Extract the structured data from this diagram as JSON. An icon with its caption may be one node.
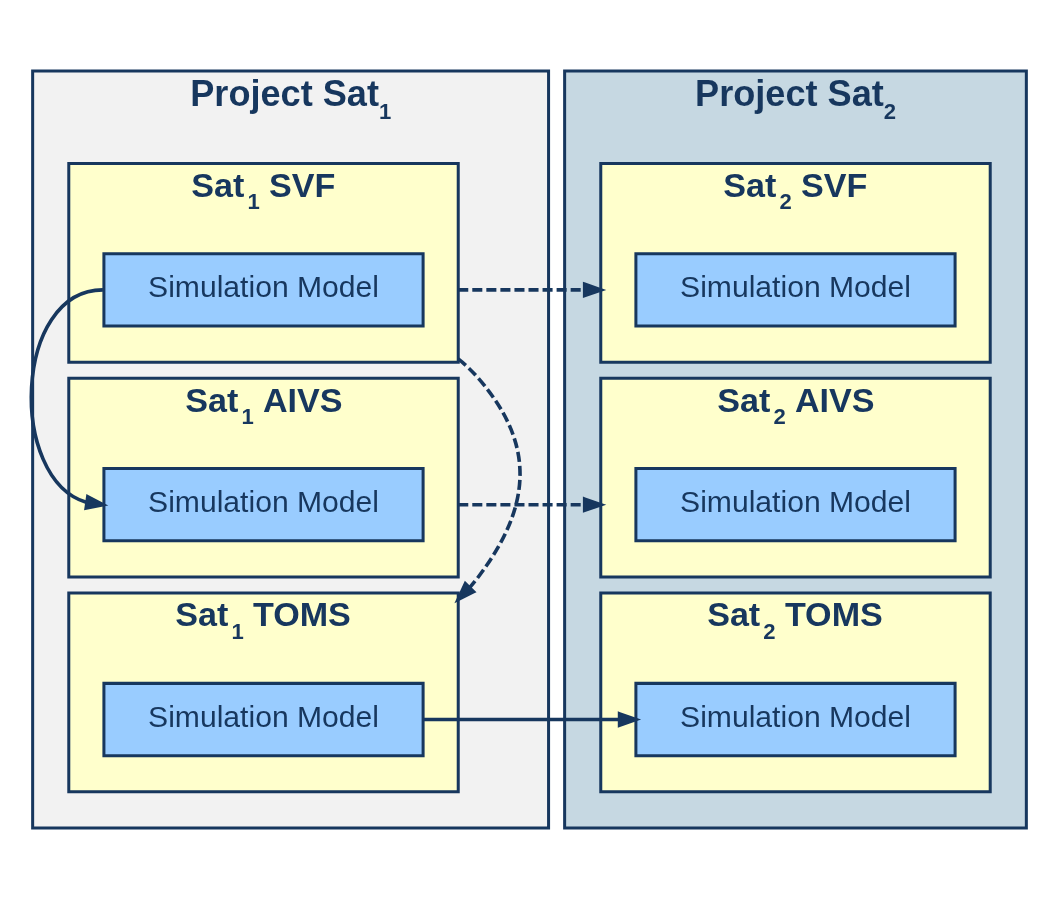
{
  "diagram": {
    "nodes": [
      {
        "text": [
          "Project Sat$_{1}$"
        ]
      },
      {
        "text": [
          "Sat$_{1}$ SVF"
        ],
        "in": 0
      },
      {
        "text": [
          "Simulation Model"
        ],
        "in": 1
      },
      {
        "text": [
          "Sat$_{1}$ AIVS"
        ],
        "in": 0
      },
      {
        "text": [
          "Simulation Model"
        ],
        "in": 3
      },
      {
        "text": [
          "Sat$_{1}$ TOMS"
        ],
        "in": 0
      },
      {
        "text": [
          "Simulation Model"
        ],
        "in": 5
      },
      {
        "text": [
          "Project Sat$_{2}$"
        ]
      },
      {
        "text": [
          "Sat$_{2}$ SVF"
        ],
        "in": 7
      },
      {
        "text": [
          "Simulation Model"
        ],
        "in": 8
      },
      {
        "text": [
          "Sat$_{2}$ AIVS"
        ],
        "in": 7
      },
      {
        "text": [
          "Simulation Model"
        ],
        "in": 10
      },
      {
        "text": [
          "Sat$_{2}$ TOMS"
        ],
        "in": 7
      },
      {
        "text": [
          "Simulation Model"
        ],
        "in": 12
      }
    ],
    "edges": [
      {
        "from": 1,
        "to": 8,
        "arrow": "to",
        "style": "dashed"
      },
      {
        "from": 1,
        "to": 5,
        "arrow": "to",
        "style": "dashed"
      },
      {
        "from": 2,
        "to": 4,
        "arrow": "to"
      },
      {
        "from": 3,
        "to": 10,
        "arrow": "to",
        "style": "dashed"
      },
      {
        "from": 6,
        "to": 13,
        "arrow": "to"
      }
    ]
  }
}
